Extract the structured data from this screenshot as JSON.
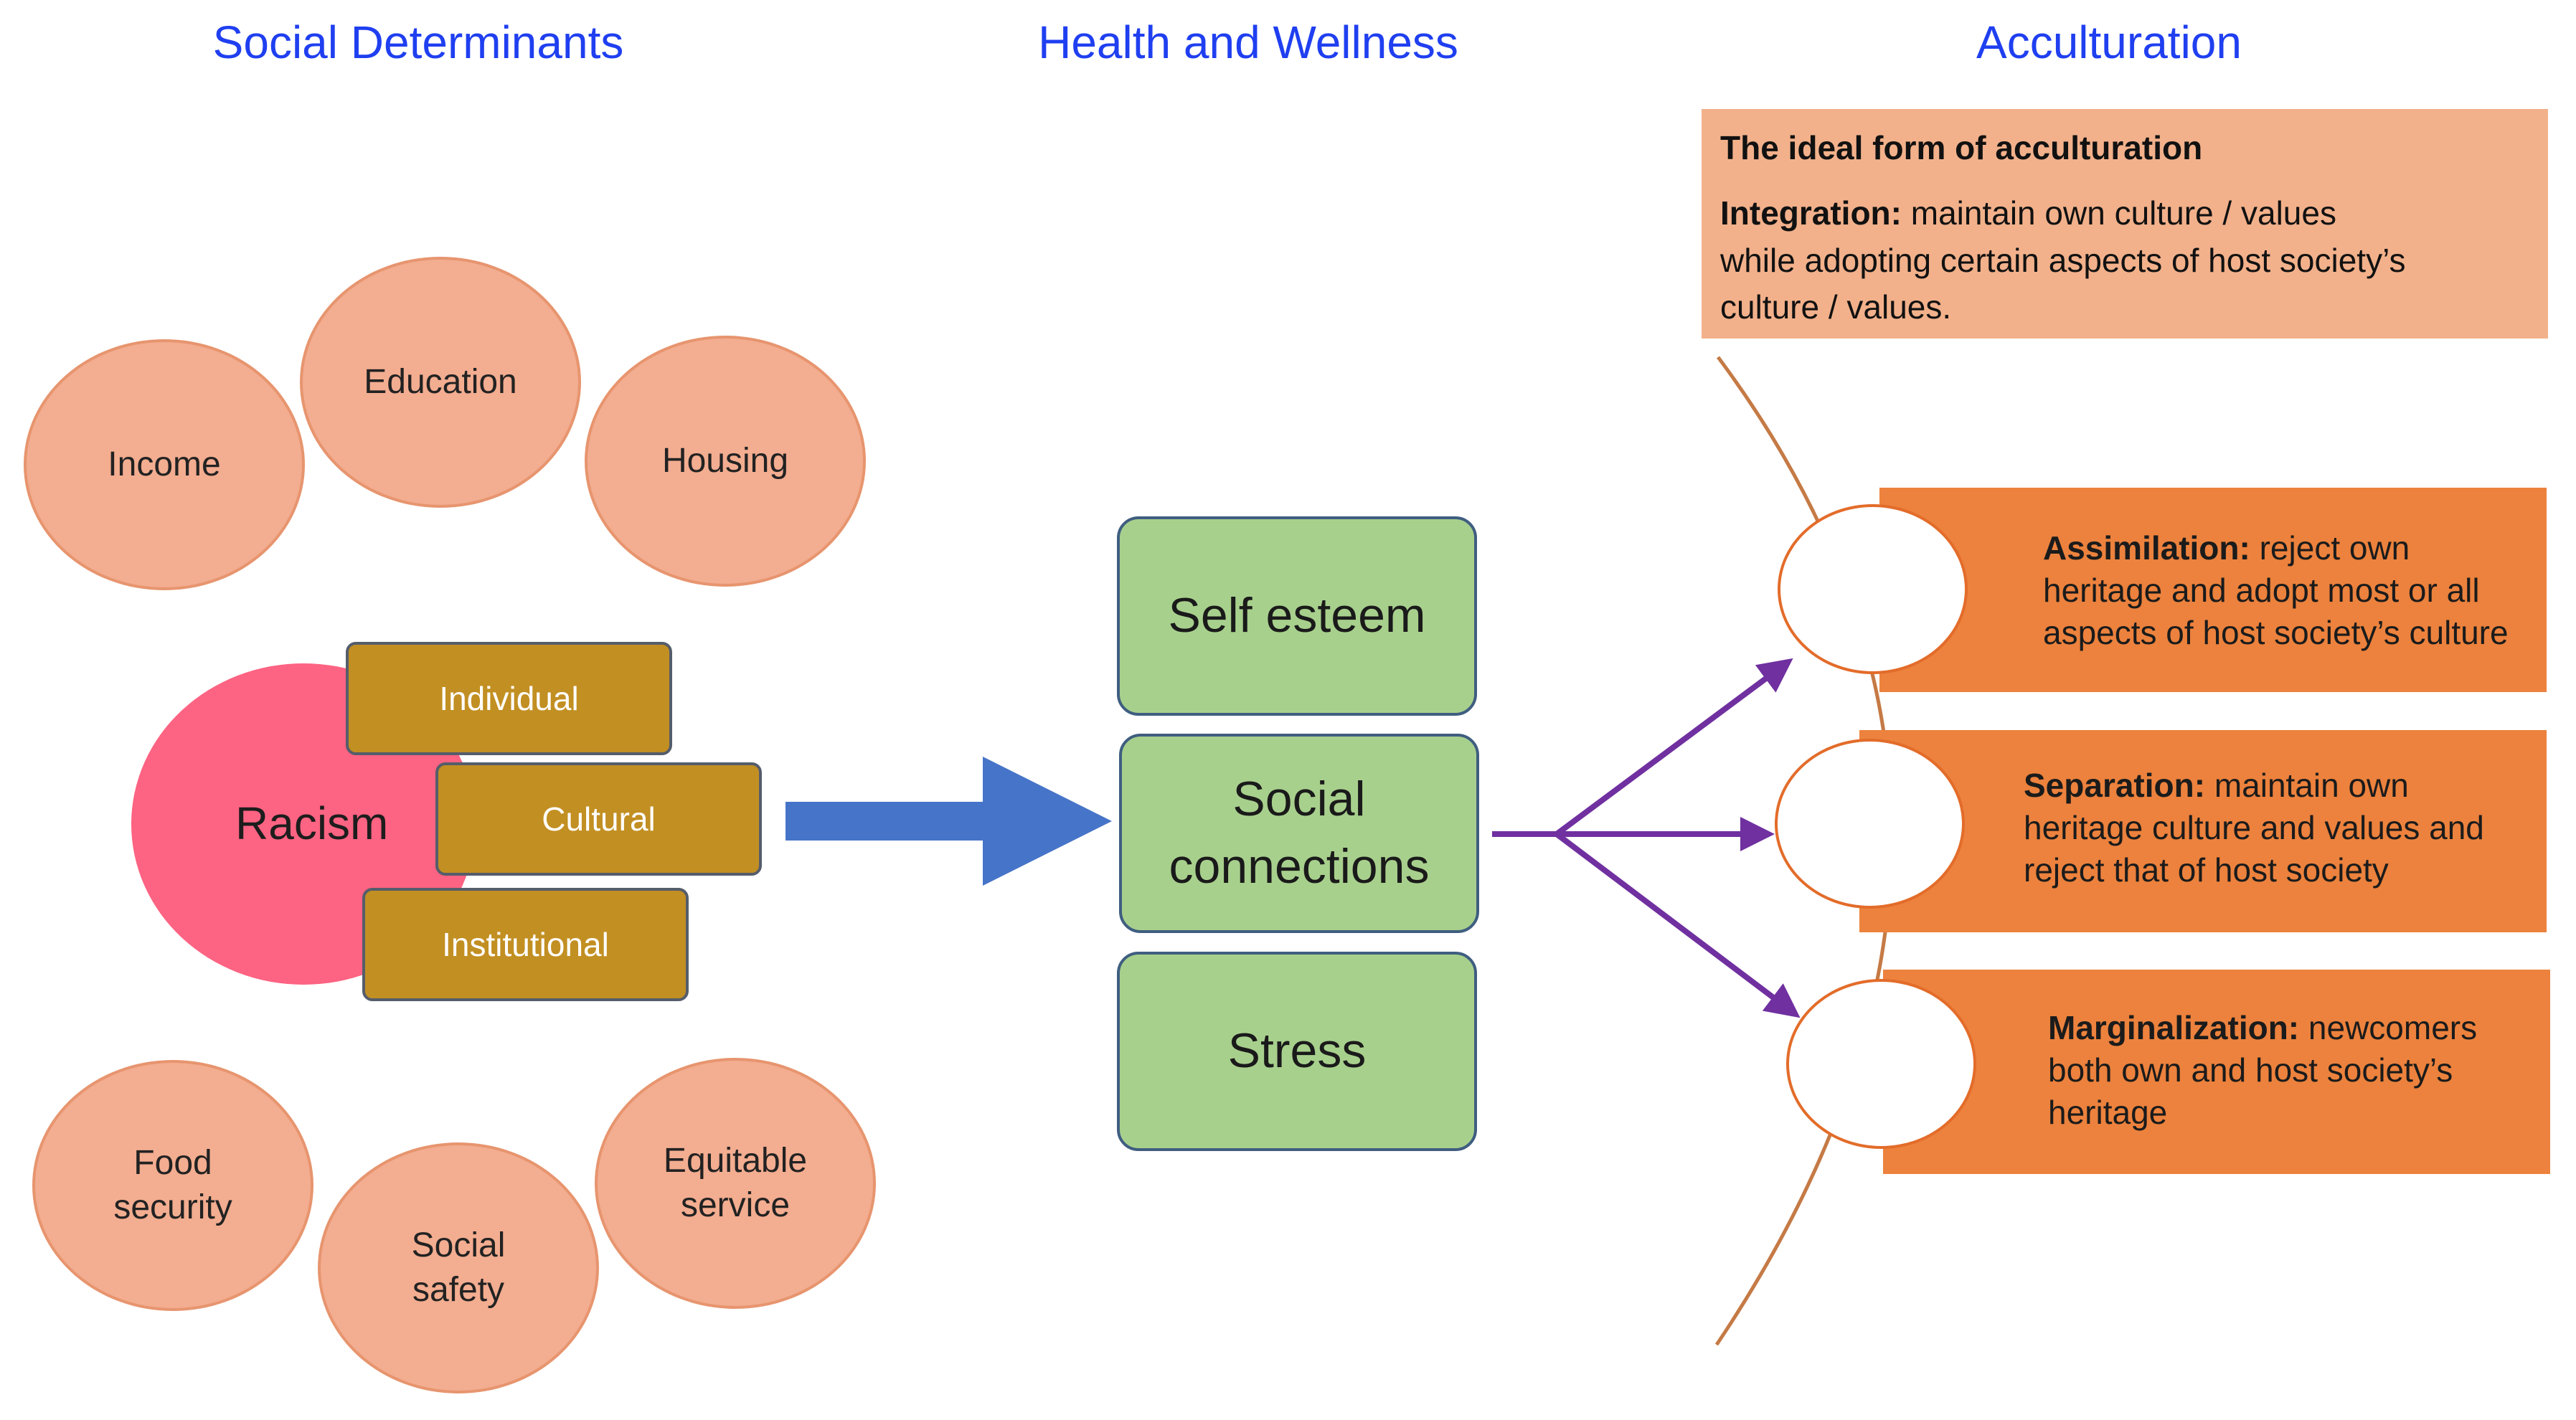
{
  "headings": {
    "social_determinants": "Social Determinants",
    "health_wellness": "Health and Wellness",
    "acculturation": "Acculturation"
  },
  "determinants_top": [
    "Income",
    "Education",
    "Housing"
  ],
  "racism": {
    "label": "Racism",
    "types": [
      "Individual",
      "Cultural",
      "Institutional"
    ]
  },
  "determinants_bottom": {
    "food_security": [
      "Food",
      "security"
    ],
    "social_safety": [
      "Social",
      "safety"
    ],
    "equitable_service": [
      "Equitable",
      "service"
    ]
  },
  "wellness": {
    "self_esteem": "Self esteem",
    "social_connections": [
      "Social",
      "connections"
    ],
    "stress": "Stress"
  },
  "ideal": {
    "title": "The ideal form of acculturation",
    "integration_term": "Integration:",
    "integration_text_1": " maintain own culture / values",
    "integration_text_2": "while adopting certain aspects of host society’s",
    "integration_text_3": "culture / values."
  },
  "strategies": {
    "assimilation": {
      "term": "Assimilation:",
      "line1": " reject own",
      "line2": "heritage and adopt most or all",
      "line3": "aspects of host society’s culture"
    },
    "separation": {
      "term": "Separation:",
      "line1": " maintain own",
      "line2": "heritage culture and values and",
      "line3": "reject that of host society"
    },
    "marginalization": {
      "term": "Marginalization:",
      "line1": " newcomers",
      "line2": "both own and host society’s",
      "line3": "heritage"
    }
  },
  "colors": {
    "heading": "#1f3ff0",
    "determinant_fill": "#f3ad90",
    "racism_fill": "#fd6382",
    "racism_type_fill": "#c28f22",
    "wellness_fill": "#a8d08d",
    "ideal_fill": "#f2b18b",
    "strategy_fill": "#ec823d",
    "main_arrow": "#4674c8",
    "branch_arrow": "#7030a0",
    "arc": "#c57a45"
  }
}
